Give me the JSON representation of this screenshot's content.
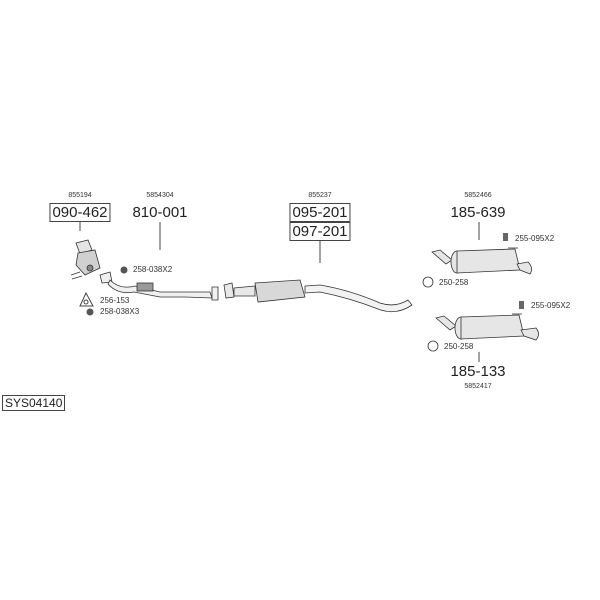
{
  "system_code": "SYS04140",
  "parts": {
    "catalyst_front": {
      "oem": "855194",
      "part_no": "090-462"
    },
    "front_pipe": {
      "oem": "5854304",
      "part_no": "810-001"
    },
    "middle": {
      "oem": "855237",
      "part_no": "095-201",
      "part_no_alt": "097-201"
    },
    "rear_muffler_1": {
      "oem": "5852466",
      "part_no": "185-639"
    },
    "rear_muffler_2": {
      "oem": "5852417",
      "part_no": "185-133"
    }
  },
  "accessories": {
    "nut_x2": "258-038X2",
    "gasket": "256-153",
    "nut_x3": "258-038X3",
    "rubber_1": "255-095X2",
    "clamp_1": "250-258",
    "rubber_2": "255-095X2",
    "clamp_2": "250-258"
  }
}
